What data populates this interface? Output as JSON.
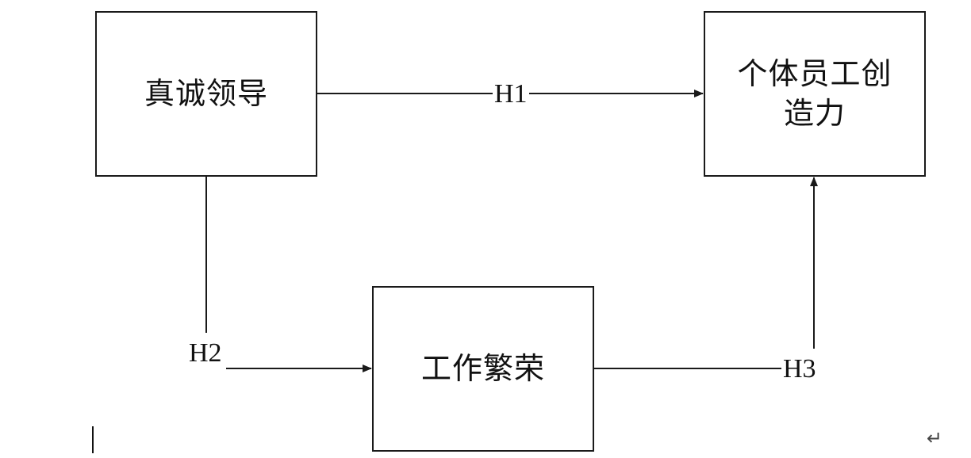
{
  "diagram": {
    "nodes": {
      "leadership": "真诚领导",
      "creativity": "个体员工创造力",
      "thriving": "工作繁荣"
    },
    "edges": [
      {
        "id": "H1",
        "from": "leadership",
        "to": "creativity",
        "label": "H1"
      },
      {
        "id": "H2",
        "from": "leadership",
        "to": "thriving",
        "label": "H2"
      },
      {
        "id": "H3",
        "from": "thriving",
        "to": "creativity",
        "label": "H3"
      }
    ],
    "colors": {
      "line": "#1a1a1a",
      "background": "#ffffff"
    }
  },
  "editor": {
    "paragraph_mark": "↵",
    "caret_icon": "text-caret-icon"
  }
}
